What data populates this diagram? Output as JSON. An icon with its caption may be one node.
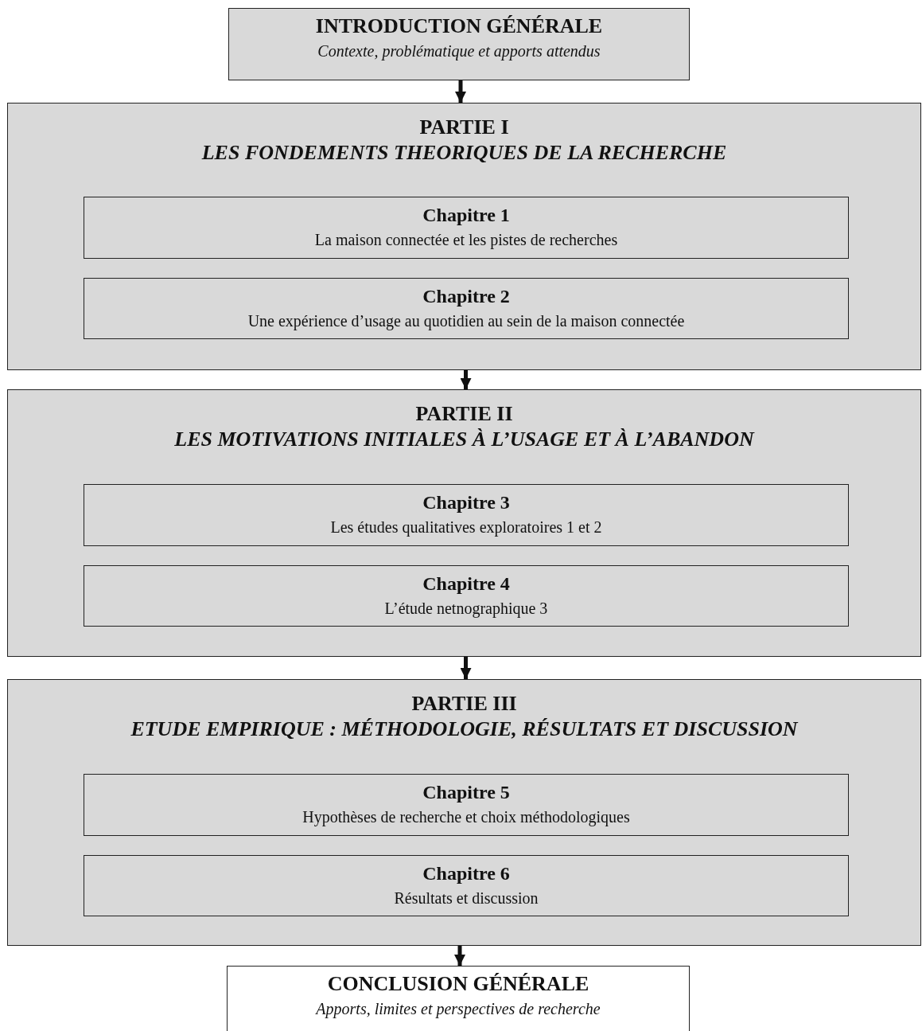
{
  "diagram": {
    "nodes": [
      {
        "text": [
          "INTRODUCTION GÉNÉRALE",
          "Contexte, problématique et apports attendus"
        ]
      },
      {
        "text": [
          "PARTIE I",
          "LES FONDEMENTS THEORIQUES DE LA RECHERCHE"
        ]
      },
      {
        "text": [
          "Chapitre 1",
          "La maison connectée et les pistes de recherches"
        ],
        "in": 1
      },
      {
        "text": [
          "Chapitre 2",
          "Une expérience d’usage au quotidien au sein de la maison connectée"
        ],
        "in": 1
      },
      {
        "text": [
          "PARTIE II",
          "LES MOTIVATIONS INITIALES À L’USAGE ET À L’ABANDON"
        ]
      },
      {
        "text": [
          "Chapitre 3",
          "Les études qualitatives exploratoires 1 et 2"
        ],
        "in": 4
      },
      {
        "text": [
          "Chapitre 4",
          "L’étude netnographique 3"
        ],
        "in": 4
      },
      {
        "text": [
          "PARTIE III",
          "ETUDE EMPIRIQUE : MÉTHODOLOGIE, RÉSULTATS ET DISCUSSION"
        ]
      },
      {
        "text": [
          "Chapitre 5",
          "Hypothèses de recherche et choix méthodologiques"
        ],
        "in": 7
      },
      {
        "text": [
          "Chapitre 6",
          "Résultats et discussion"
        ],
        "in": 7
      },
      {
        "text": [
          "CONCLUSION GÉNÉRALE",
          "Apports, limites et perspectives de recherche"
        ]
      }
    ],
    "edges": [
      {
        "from": 0,
        "to": 1,
        "arrow": "to"
      },
      {
        "from": 1,
        "to": 4,
        "arrow": "to"
      },
      {
        "from": 4,
        "to": 7,
        "arrow": "to"
      },
      {
        "from": 7,
        "to": 10,
        "arrow": "to"
      }
    ]
  }
}
